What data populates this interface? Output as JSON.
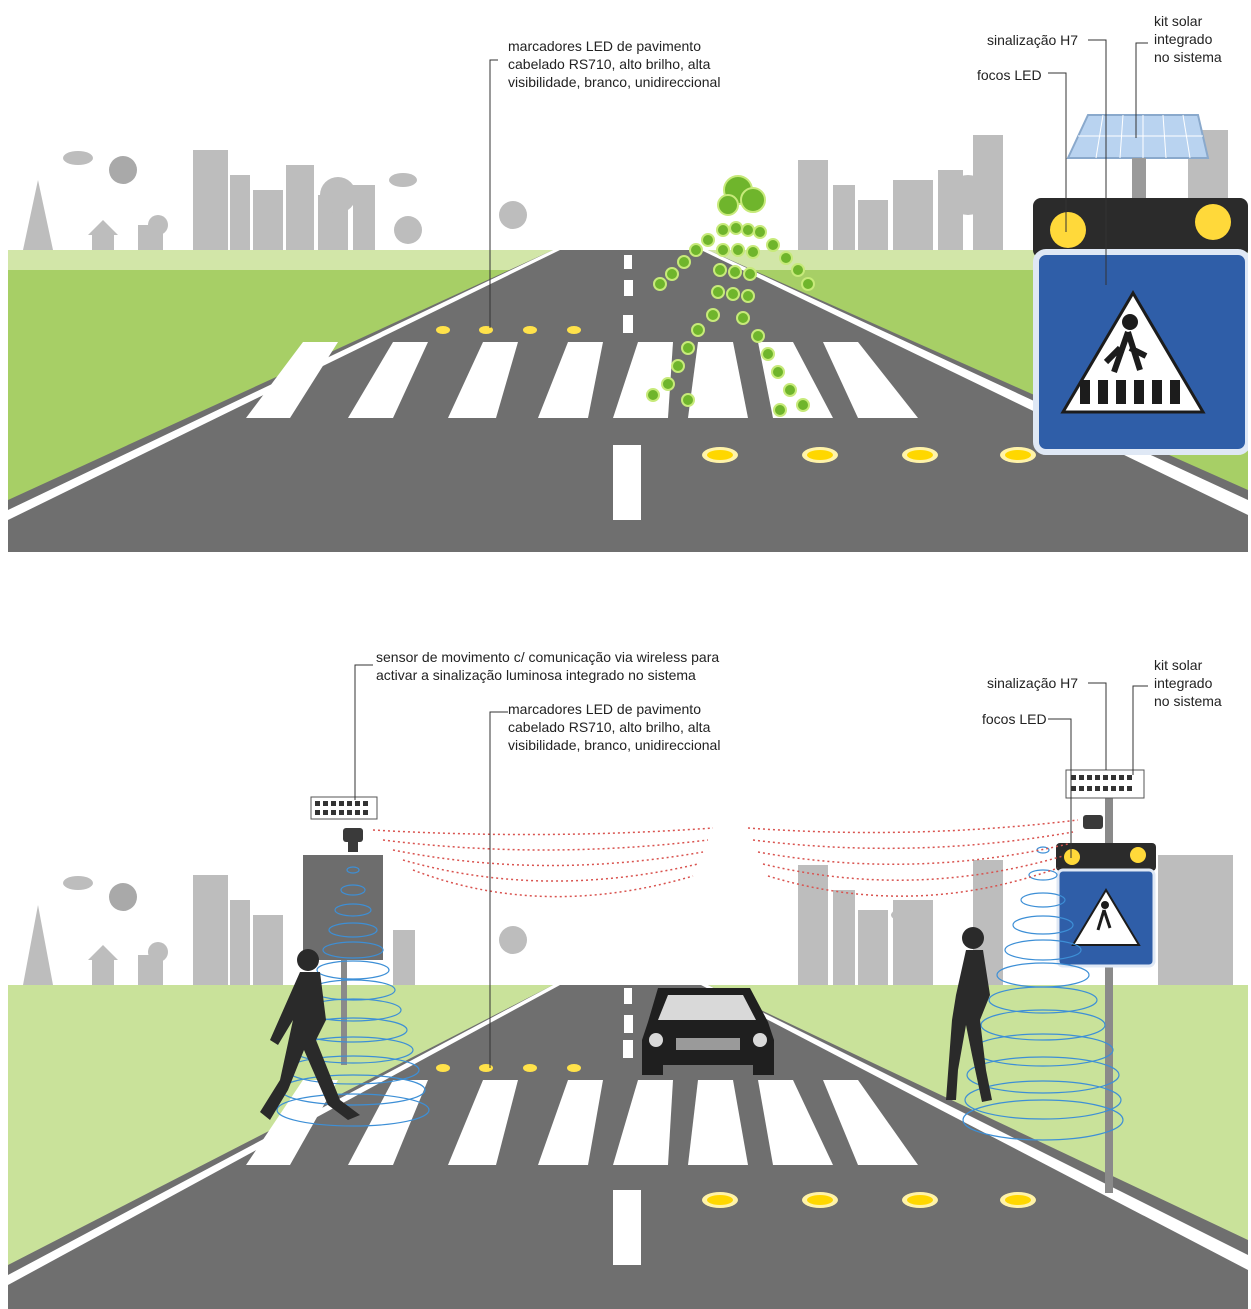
{
  "colors": {
    "sky": "#ffffff",
    "grass": "#9cc95a",
    "grass_light": "#c9e29a",
    "road": "#6f6f6f",
    "road_dark": "#5d5d5d",
    "stripe": "#ffffff",
    "led_yellow": "#ffe24a",
    "pedestrian_green": "#6fb52c",
    "sign_blue": "#2f5ea8",
    "city_gray": "#b7b7b7",
    "wave_red": "#d9534f",
    "wave_blue": "#3d8fd6",
    "text": "#222222"
  },
  "top_panel": {
    "callouts": {
      "pavement_markers": "marcadores LED de pavimento\ncabelado RS710, alto brilho, alta\nvisibilidade, branco, unidireccional",
      "sign_h7": "sinalização H7",
      "solar_kit": "kit solar\nintegrado\nno sistema",
      "led_focus": "focos LED"
    },
    "icons": [
      "solar-panel-icon",
      "pedestrian-crossing-sign-icon",
      "led-pedestrian-icon",
      "cityscape-icon"
    ]
  },
  "bottom_panel": {
    "callouts": {
      "motion_sensor": "sensor de movimento c/ comunicação via wireless para\nactivar a sinalização luminosa integrado no sistema",
      "pavement_markers": "marcadores LED de pavimento\ncabelado RS710, alto brilho, alta\nvisibilidade, branco, unidireccional",
      "sign_h7": "sinalização H7",
      "solar_kit": "kit solar\nintegrado\nno sistema",
      "led_focus": "focos LED"
    },
    "icons": [
      "motion-sensor-icon",
      "car-icon",
      "walking-man-icon",
      "walking-woman-icon",
      "wireless-wave-icon"
    ]
  }
}
